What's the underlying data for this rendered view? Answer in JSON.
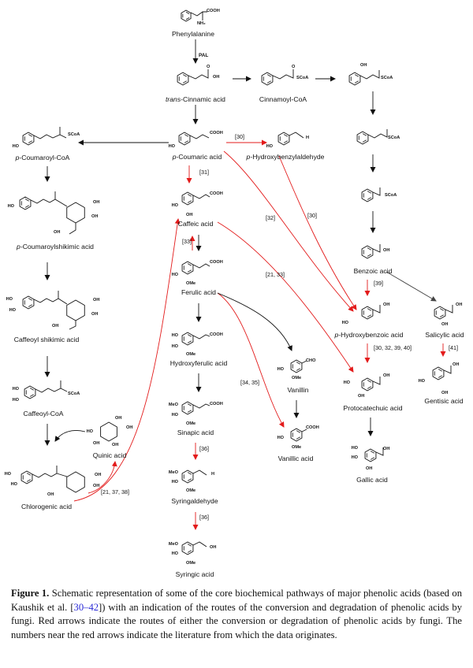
{
  "diagram": {
    "compounds": {
      "phenylalanine": "Phenylalanine",
      "cinnamic_prefix": "trans",
      "cinnamic_rest": "-Cinnamic acid",
      "cinnamoyl_coa": "Cinnamoyl-CoA",
      "coumaroyl_coa_prefix": "p",
      "coumaroyl_coa_rest": "-Coumaroyl-CoA",
      "coumaric_prefix": "p",
      "coumaric_rest": "-Coumaric acid",
      "hydroxybenzaldehyde_prefix": "p",
      "hydroxybenzaldehyde_rest": "-Hydroxybenzylaldehyde",
      "coumaroylshikimic_prefix": "p",
      "coumaroylshikimic_rest": "-Coumaroylshikimic acid",
      "caffeic": "Caffeic acid",
      "ferulic": "Ferulic acid",
      "benzoic": "Benzoic acid",
      "caffeoyl_shikimic": "Caffeoyl shikimic acid",
      "hydroxybenzoic_prefix": "p",
      "hydroxybenzoic_rest": "-Hydroxybenzoic acid",
      "salicylic": "Salicylic acid",
      "hydroxyferulic": "Hydroxyferulic acid",
      "vanillin": "Vanillin",
      "protocatechuic": "Protocatechuic acid",
      "gentisic": "Gentisic acid",
      "caffeoyl_coa": "Caffeoyl-CoA",
      "sinapic": "Sinapic acid",
      "quinic": "Quinic acid",
      "vanillic": "Vanillic acid",
      "gallic": "Gallic acid",
      "chlorogenic": "Chlorogenic acid",
      "syringaldehyde": "Syringaldehyde",
      "syringic": "Syringic acid"
    },
    "enzyme": "PAL",
    "refs": {
      "r30a": "[30]",
      "r31": "[31]",
      "r32": "[32]",
      "r30b": "[30]",
      "r33": "[33]",
      "r21_33": "[21, 33]",
      "r39": "[39]",
      "r30_32_39_40": "[30, 32, 39, 40]",
      "r41": "[41]",
      "r34_35": "[34, 35]",
      "r36a": "[36]",
      "r21_37_38": "[21, 37, 38]",
      "r36b": "[36]"
    },
    "groups": {
      "cooh": "COOH",
      "oh": "OH",
      "ho": "HO",
      "nh2": "NH₂",
      "scoa": "SCoA",
      "ome": "OMe",
      "meo": "MeO",
      "cho": "CHO",
      "h": "H",
      "o": "O"
    },
    "colors": {
      "red": "#e31b1b",
      "black": "#111111",
      "grey": "#444444"
    }
  },
  "caption": {
    "label": "Figure 1.",
    "text1": " Schematic representation of some of the core biochemical pathways of major phenolic acids (based on Kaushik et al. [",
    "ref": "30–42",
    "text2": "]) with an indication of the routes of the conversion and degradation of phenolic acids by fungi.  Red arrows indicate the routes of either the conversion or degradation of phenolic acids by fungi. The numbers near the red arrows indicate the literature from which the data originates."
  }
}
